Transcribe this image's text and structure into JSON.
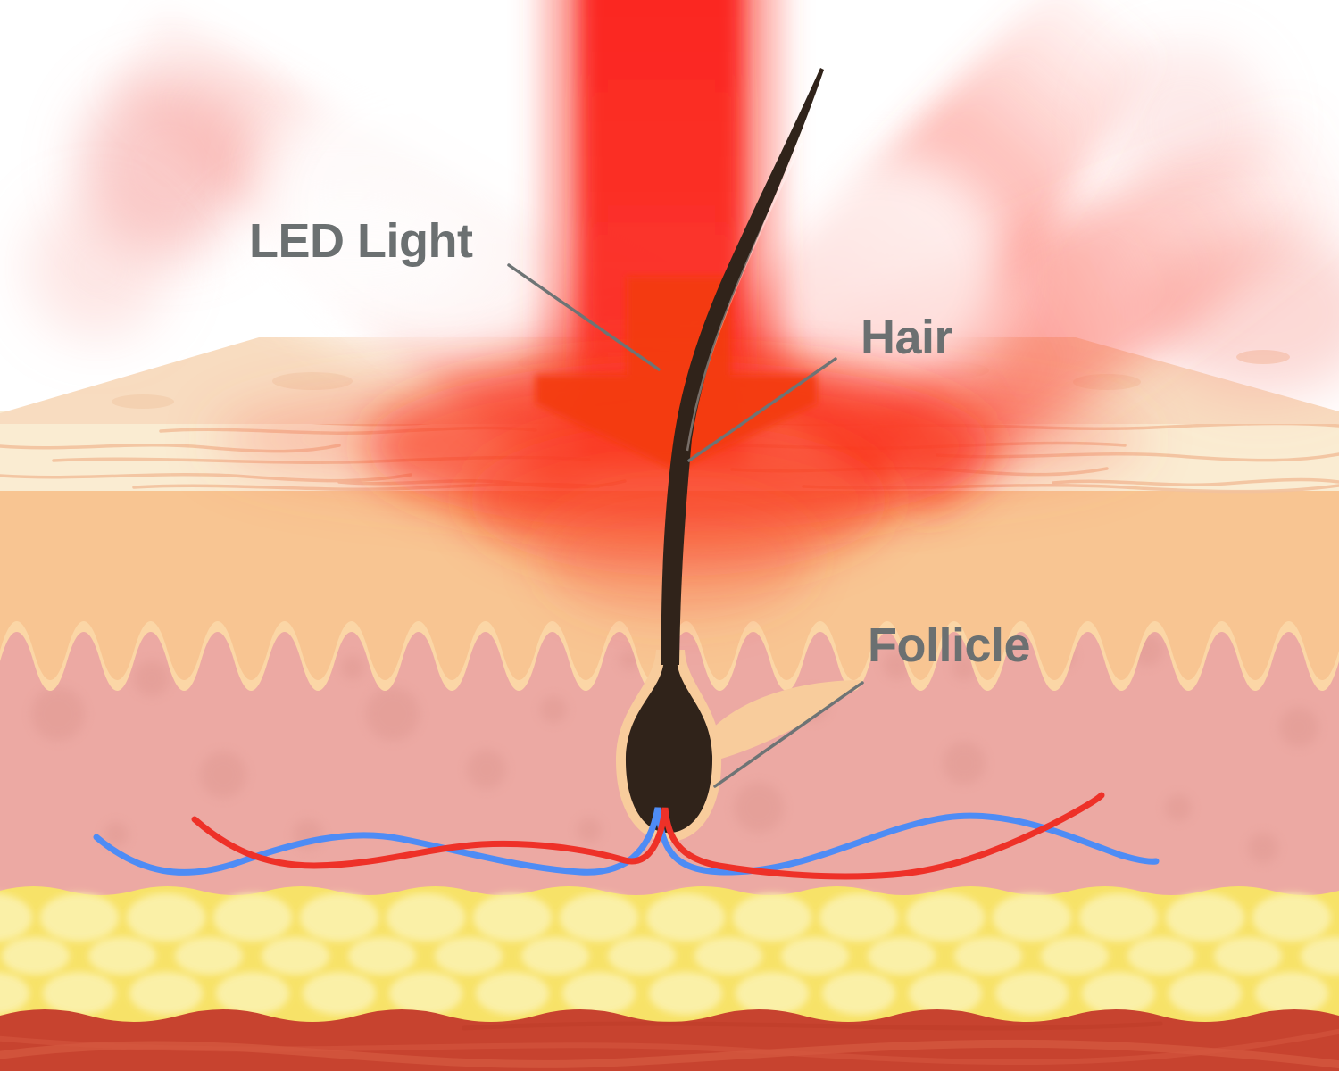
{
  "illustration": {
    "title": "LED light skin cross-section diagram",
    "labels": {
      "led_light": "LED Light",
      "hair": "Hair",
      "follicle": "Follicle"
    },
    "colors": {
      "background": "#ffffff",
      "led_red_core": "#fb2b24",
      "led_red_soft": "#fc4a3c",
      "beam_pink": "#f9968e",
      "arrow_red": "#f33a10",
      "text_gray": "#6b7071",
      "pointer_gray": "#6e7475",
      "skin_top_face": "#f8dcc0",
      "skin_face_spot": "#f2c9a6",
      "epidermis_cream": "#faecd2",
      "epidermis_fiber": "#f3c29e",
      "upper_dermis_orange": "#f8c592",
      "papillae_halo": "#fbd6a6",
      "dermis_pink": "#eca9a3",
      "dermis_spot": "#dd968f",
      "fat_yellow": "#f7e268",
      "fat_cell": "#fbf1ab",
      "muscle_red": "#c7432f",
      "muscle_fiber_light": "#d3573f",
      "muscle_fiber_dark": "#bd3b28",
      "vessel_red": "#ee3128",
      "vessel_blue": "#4e8cf5",
      "hair_brown": "#30231a",
      "follicle_sheath": "#f8cc9c"
    }
  }
}
